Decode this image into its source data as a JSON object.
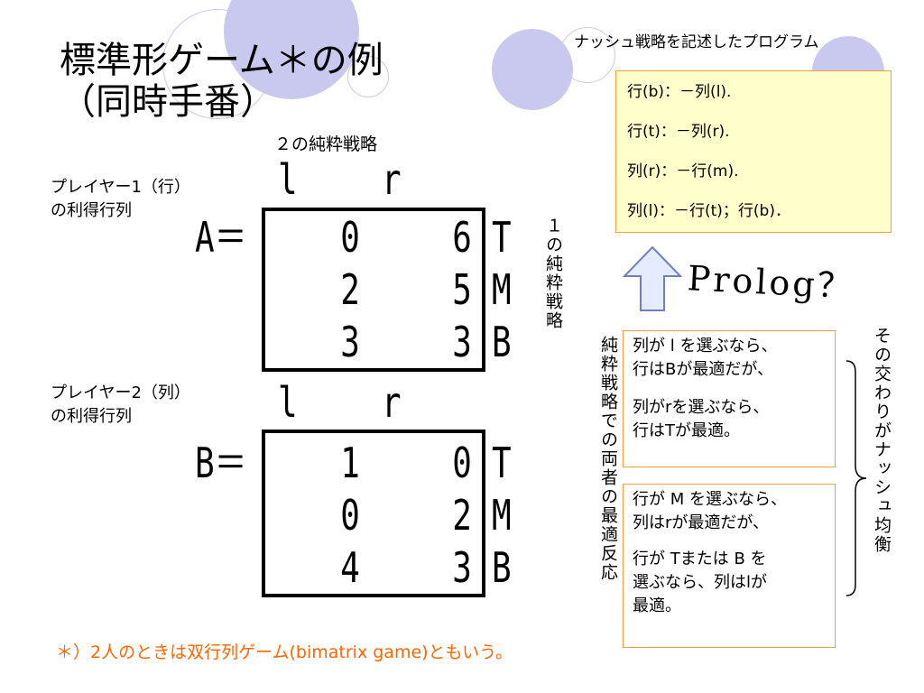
{
  "title": "標準形ゲーム＊の例\n（同時手番）",
  "pure_strategies_2": "２の純粋戦略",
  "player1_label": "プレイヤー1（行）\nの利得行列",
  "player2_label": "プレイヤー2（列）\nの利得行列",
  "matrix_a": {
    "label": "A＝",
    "columns": [
      "l",
      "r"
    ],
    "rows": [
      {
        "values": [
          "0",
          "6"
        ],
        "name": "T"
      },
      {
        "values": [
          "2",
          "5"
        ],
        "name": "M"
      },
      {
        "values": [
          "3",
          "3"
        ],
        "name": "B"
      }
    ]
  },
  "matrix_b": {
    "label": "B＝",
    "columns": [
      "l",
      "r"
    ],
    "rows": [
      {
        "values": [
          "1",
          "0"
        ],
        "name": "T"
      },
      {
        "values": [
          "0",
          "2"
        ],
        "name": "M"
      },
      {
        "values": [
          "4",
          "3"
        ],
        "name": "B"
      }
    ]
  },
  "pure_strategies_1": "１の純粋戦略",
  "nash_program_caption": "ナッシュ戦略を記述したプログラム",
  "prolog_lines": [
    "行(b)：－列(l).",
    "行(t)：－列(r).",
    "列(r)：－行(m).",
    "列(l)：－行(t)；行(b)．"
  ],
  "prolog_label": "Prolog？",
  "best_response_vertical": "純粋戦略での両者の最適反応",
  "response_box_1": [
    "列が l を選ぶなら、",
    "行はBが最適だが、",
    "列がrを選ぶなら、",
    "行はTが最適。"
  ],
  "response_box_2": [
    "行が M を選ぶなら、",
    "列はrが最適だが、",
    "行が Tまたは B を",
    "選ぶなら、列はlが",
    "最適。"
  ],
  "intersection_label": "その交わりがナッシュ均衡",
  "footnote": "＊）2人のときは双行列ゲーム(bimatrix game)ともいう。",
  "colors": {
    "accent_circle": "#c9c9ef",
    "box_border": "#f5a040",
    "box_fill": "#ffffcc",
    "footnote": "#ff6600",
    "arrow_fill": "#e6ecff",
    "arrow_stroke": "#6f7fbf"
  }
}
